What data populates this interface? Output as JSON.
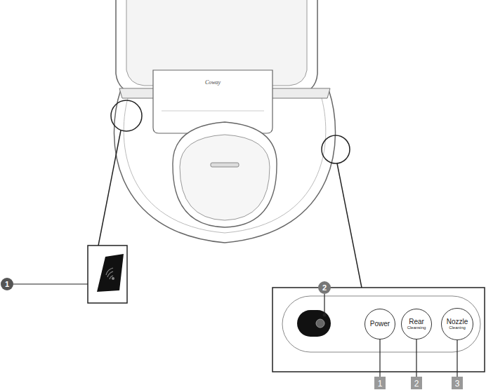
{
  "diagram": {
    "nodes": [
      {
        "text": [
          "Power"
        ]
      },
      {
        "text": [
          "Rear",
          "Cleansing"
        ]
      },
      {
        "text": [
          "Nozzle",
          "Cleaning"
        ]
      }
    ],
    "labels": [
      "Coway",
      "1",
      "2",
      "1",
      "2",
      "3"
    ]
  }
}
